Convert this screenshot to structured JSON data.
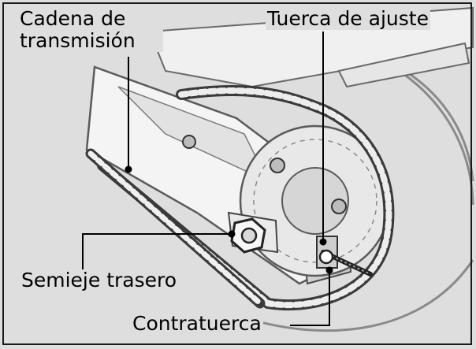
{
  "labels": {
    "chain": "Cadena de transmisión",
    "adjusting_nut": "Tuerca de ajuste",
    "rear_axle": "Semieje trasero",
    "lock_nut": "Contratuerca"
  },
  "colors": {
    "background": "#dedede",
    "ink": "#000000",
    "metal_light": "#f2f2f2",
    "metal_mid": "#bdbdbd",
    "frame": "#1a1a1a"
  }
}
